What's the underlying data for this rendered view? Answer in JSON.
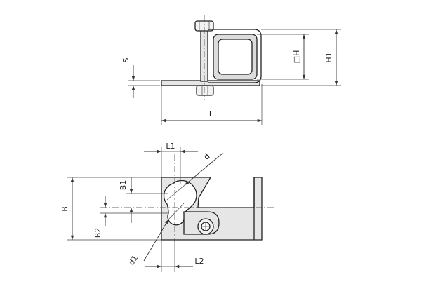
{
  "labels": {
    "s": "S",
    "dh": "□H",
    "h1": "H1",
    "l": "L",
    "l1": "L1",
    "d": "d",
    "b1": "B1",
    "b": "B",
    "b2": "B2",
    "d1": "d1",
    "l2": "L2"
  },
  "colors": {
    "line": "#222222",
    "plate_fill": "#e6e6e6",
    "tube_fill": "#dcdcdc",
    "background": "#ffffff"
  }
}
